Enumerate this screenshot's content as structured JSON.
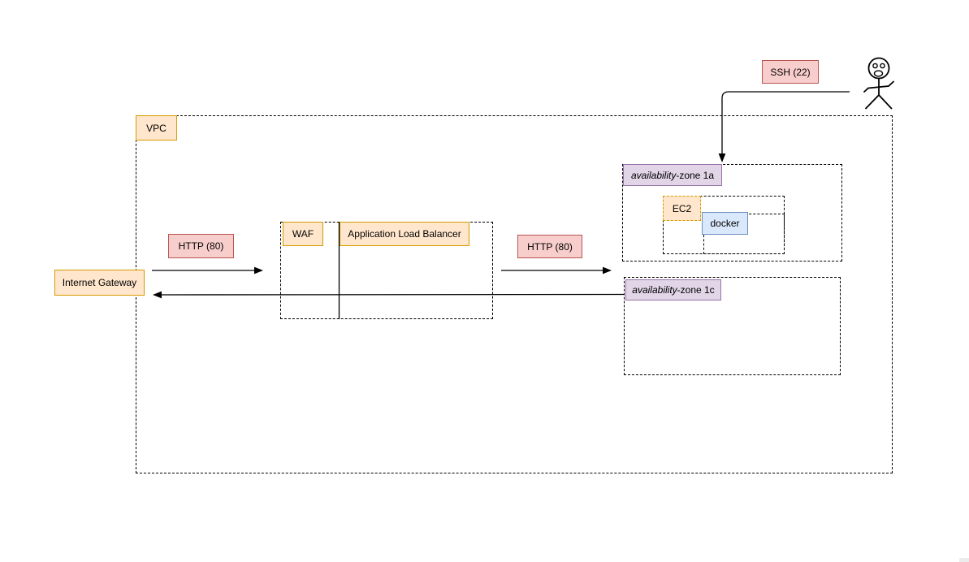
{
  "colors": {
    "orange_fill": "#FFE6CC",
    "orange_border": "#D79B00",
    "pink_fill": "#F8CECC",
    "pink_border": "#B85450",
    "purple_fill": "#E1D5E7",
    "purple_border": "#9673A6",
    "blue_fill": "#DAE8FC",
    "blue_border": "#6C8EBF",
    "edge_line": "#000000",
    "background": "#FFFFFF"
  },
  "diagram": {
    "ssh_label": "SSH (22)",
    "vpc_label": "VPC",
    "internet_gateway_label": "Internet Gateway",
    "http_in_label": "HTTP (80)",
    "waf_label": "WAF",
    "alb_label": "Application Load Balancer",
    "http_out_label": "HTTP (80)",
    "az1a": {
      "italic": "availability",
      "rest": "-zone 1a"
    },
    "ec2_label": "EC2",
    "docker_label": "docker",
    "az1c": {
      "italic": "availability",
      "rest": "-zone 1c"
    }
  }
}
